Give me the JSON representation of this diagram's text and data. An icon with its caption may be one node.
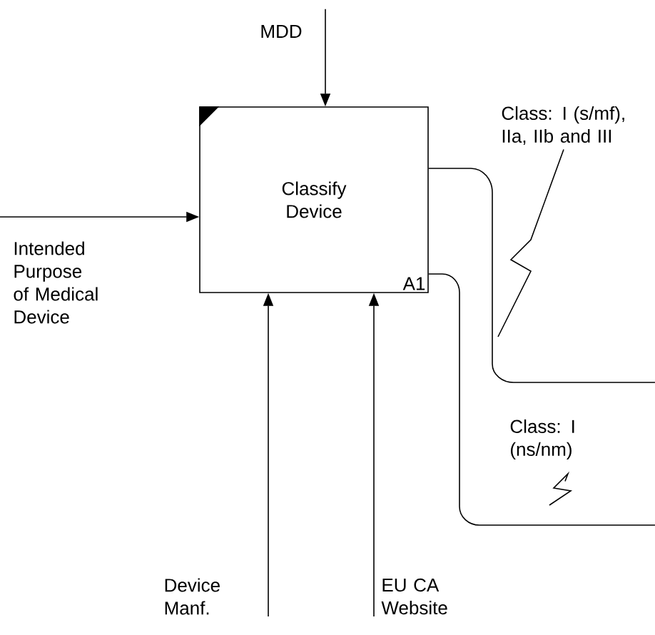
{
  "diagram": {
    "nodes": [
      {
        "text": [
          "MDD"
        ]
      },
      {
        "text": [
          "Classify Device",
          "A1"
        ]
      },
      {
        "text": [
          "Intended Purpose of Medical Device"
        ]
      },
      {
        "text": [
          "Device Manf."
        ]
      },
      {
        "text": [
          "EU CA Website"
        ]
      },
      {
        "text": [
          "Class: I (s/mf), IIa, IIb and III"
        ]
      },
      {
        "text": [
          "Class: I (ns/nm)"
        ]
      }
    ],
    "edges": [
      {
        "from": 0,
        "to": 1,
        "arrow": "to"
      },
      {
        "from": 2,
        "to": 1,
        "arrow": "to"
      },
      {
        "from": 3,
        "to": 1,
        "arrow": "to"
      },
      {
        "from": 4,
        "to": 1,
        "arrow": "to"
      },
      {
        "from": 1,
        "to": null,
        "arrow": "none"
      },
      {
        "from": 1,
        "to": null,
        "arrow": "none"
      },
      {
        "from": 5,
        "to": null,
        "arrow": "none"
      },
      {
        "from": 6,
        "to": null,
        "arrow": "none"
      }
    ]
  }
}
